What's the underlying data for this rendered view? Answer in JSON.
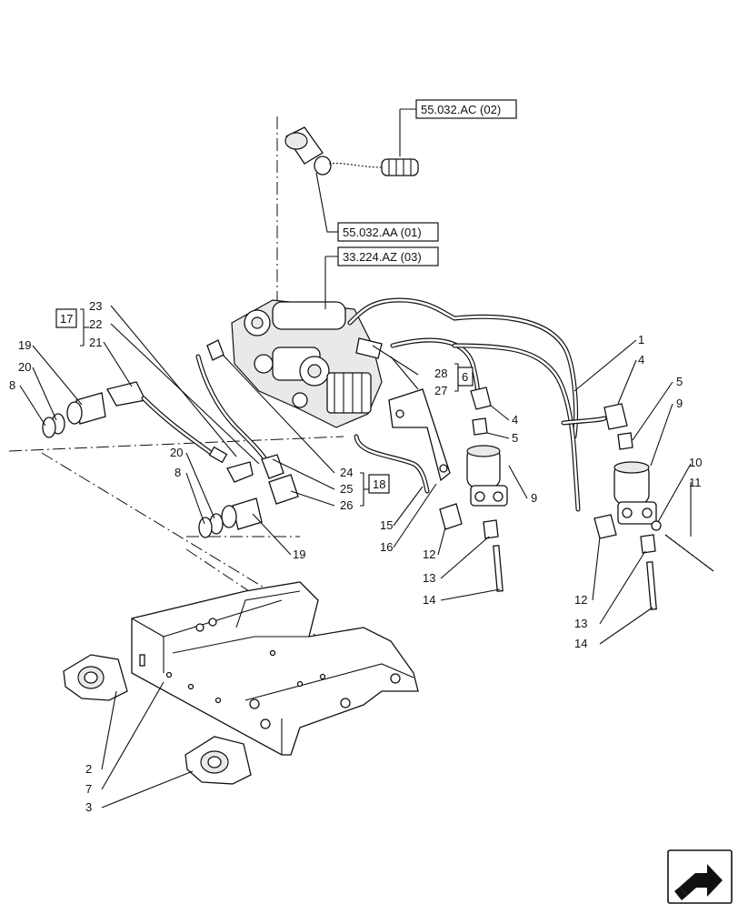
{
  "references": {
    "ref_55_032_ac": "55.032.AC (02)",
    "ref_55_032_aa": "55.032.AA (01)",
    "ref_33_224_az": "33.224.AZ (03)"
  },
  "group_labels": {
    "group_17": "17",
    "group_6": "6",
    "group_18": "18"
  },
  "callouts": {
    "c1": "1",
    "c2": "2",
    "c3": "3",
    "c4a": "4",
    "c4b": "4",
    "c5a": "5",
    "c5b": "5",
    "c7": "7",
    "c8a": "8",
    "c8b": "8",
    "c9a": "9",
    "c9b": "9",
    "c10": "10",
    "c11": "11",
    "c12a": "12",
    "c12b": "12",
    "c13a": "13",
    "c13b": "13",
    "c14a": "14",
    "c14b": "14",
    "c15": "15",
    "c16": "16",
    "c19a": "19",
    "c19b": "19",
    "c20a": "20",
    "c20b": "20",
    "c21": "21",
    "c22": "22",
    "c23": "23",
    "c24": "24",
    "c25": "25",
    "c26": "26",
    "c27": "27",
    "c28": "28"
  },
  "icons": {
    "nav": "arrow-next-icon"
  }
}
